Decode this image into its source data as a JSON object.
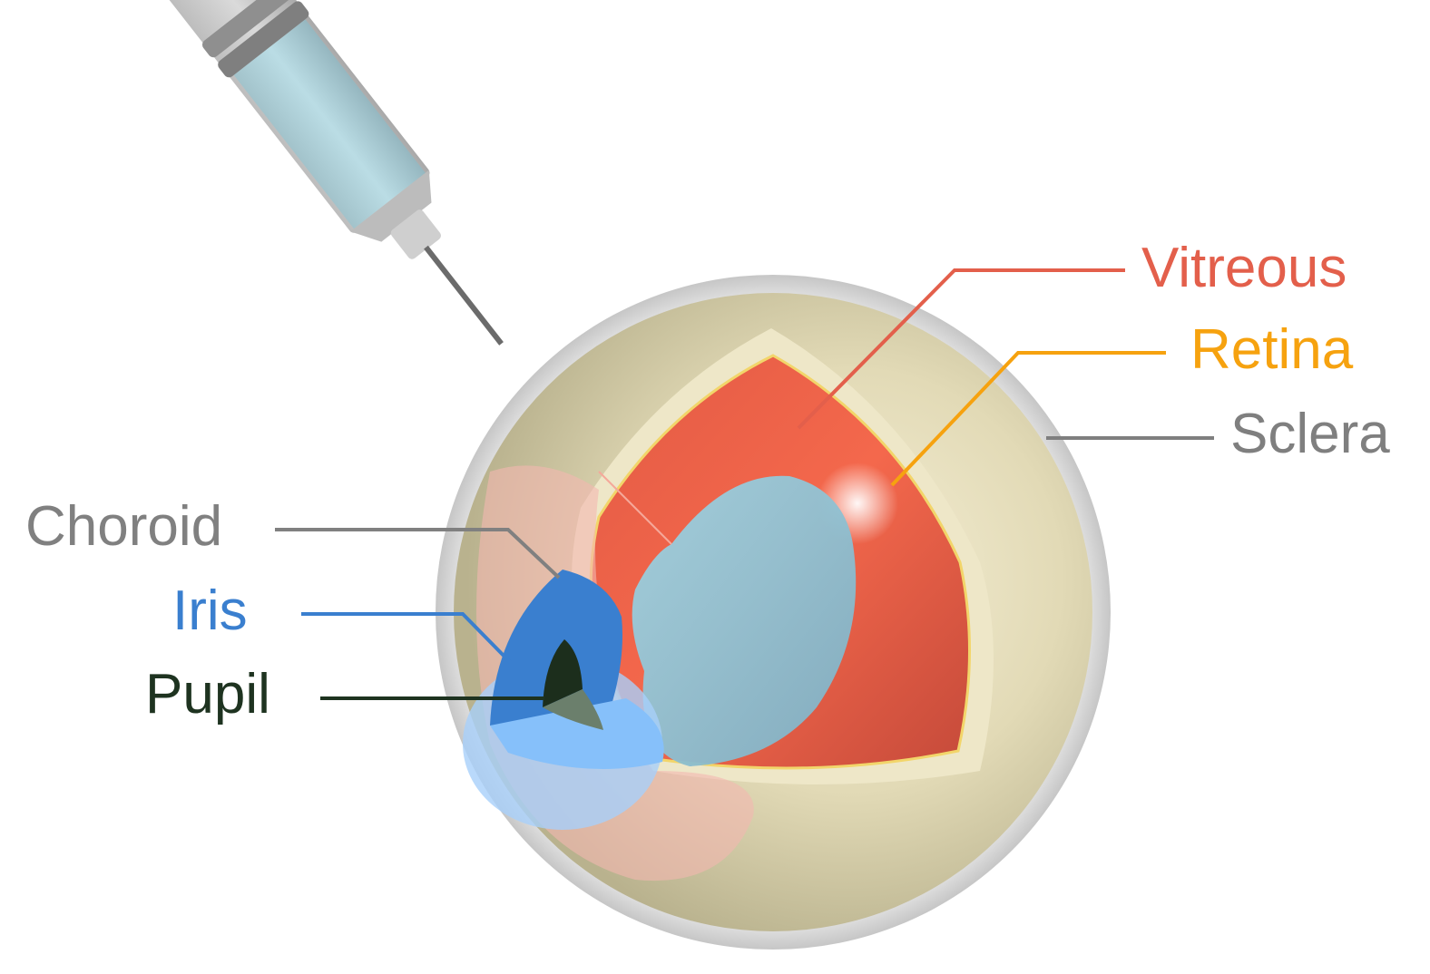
{
  "diagram": {
    "subject": "Intravitreal injection into the eye",
    "labels": {
      "vitreous": {
        "text": "Vitreous",
        "color": "#e35f4b"
      },
      "retina": {
        "text": "Retina",
        "color": "#f6a20f"
      },
      "sclera": {
        "text": "Sclera",
        "color": "#7f7f7f"
      },
      "choroid": {
        "text": "Choroid",
        "color": "#808080"
      },
      "iris": {
        "text": "Iris",
        "color": "#3a7fcf"
      },
      "pupil": {
        "text": "Pupil",
        "color": "#1e3320"
      }
    },
    "colors": {
      "sclera_shell": "#d9d8d5",
      "sclera_body": "#e6dfbd",
      "vitreous_red": "#f0664c",
      "drug_blob": "#8fc4d6",
      "iris_blue": "#3a7fcf",
      "iris_light": "#86c0fa",
      "choroid_pink": "#f3c9c4",
      "syringe_gray": "#c8c8c8",
      "syringe_fluid": "#a9d3df"
    }
  }
}
